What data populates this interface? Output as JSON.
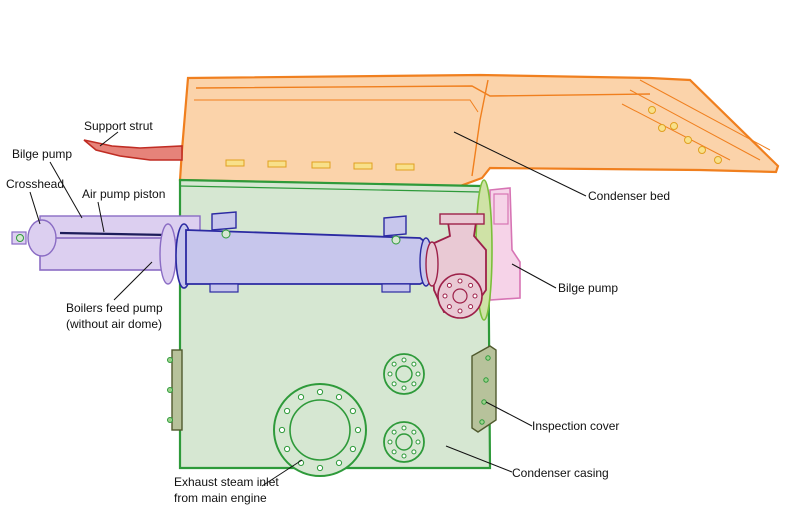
{
  "labels": {
    "support_strut": "Support strut",
    "bilge_pump_left": "Bilge pump",
    "crosshead": "Crosshead",
    "air_pump_piston": "Air pump piston",
    "boilers_feed_pump_line1": "Boilers feed pump",
    "boilers_feed_pump_line2": "(without air dome)",
    "condenser_bed": "Condenser bed",
    "bilge_pump_right": "Bilge pump",
    "inspection_cover": "Inspection cover",
    "condenser_casing": "Condenser casing",
    "exhaust_line1": "Exhaust steam inlet",
    "exhaust_line2": "from main engine"
  },
  "colors": {
    "condenser_bed": "#fbd3aa",
    "condenser_bed_stroke": "#f07f1e",
    "condenser_casing": "#d6e7d2",
    "condenser_casing_stroke": "#2e9a3a",
    "feed_pump_fill": "#c7c6ec",
    "feed_pump_stroke": "#2b2aa2",
    "air_pump_fill": "#dccff0",
    "air_pump_stroke": "#8a6cc4",
    "bilge_right_fill": "#f6d3e8",
    "bilge_right_stroke": "#d774b4",
    "valve_fill": "#e9c9d4",
    "valve_stroke": "#9d2149",
    "strut_fill": "#e6837a",
    "strut_stroke": "#c02d24",
    "inspection_fill": "#b7c29b",
    "inspection_stroke": "#505a2e",
    "flange_ring": "#cfe2a6",
    "flange_ring_stroke": "#7bbf3a"
  }
}
